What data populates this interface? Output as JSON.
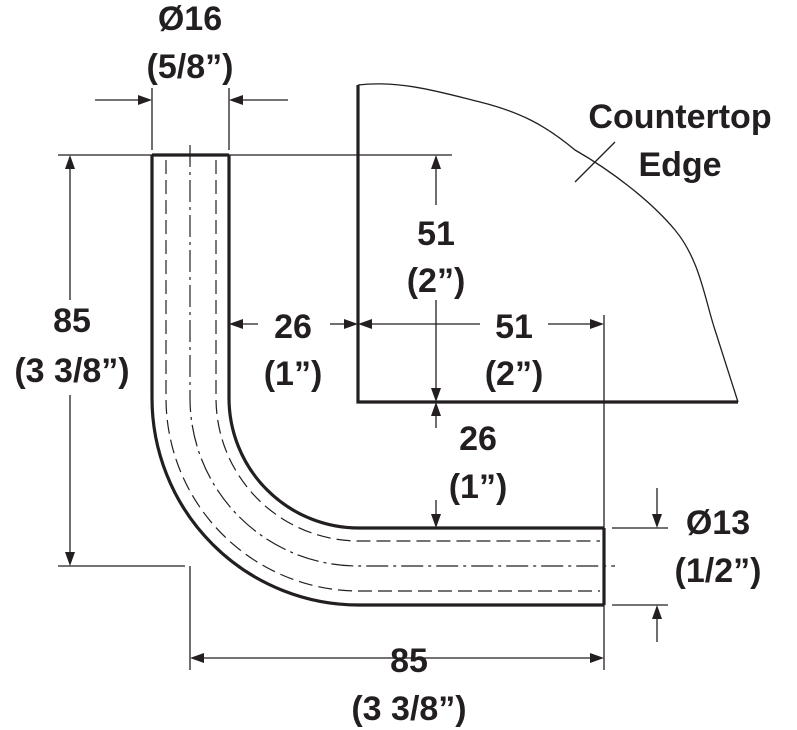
{
  "labels": {
    "pipe_diameter": "Ø16",
    "pipe_diameter_in": "(5/8”)",
    "countertop_1": "Countertop",
    "countertop_2": "Edge",
    "vert_51": "51",
    "vert_51_in": "(2”)",
    "height_85": "85",
    "height_85_in": "(3 3/8”)",
    "gap_26": "26",
    "gap_26_in": "(1”)",
    "horiz_51": "51",
    "horiz_51_in": "(2”)",
    "vgap_26": "26",
    "vgap_26_in": "(1”)",
    "end_diameter": "Ø13",
    "end_diameter_in": "(1/2”)",
    "width_85": "85",
    "width_85_in": "(3 3/8”)"
  },
  "colors": {
    "ink": "#231f20",
    "background": "#ffffff"
  }
}
